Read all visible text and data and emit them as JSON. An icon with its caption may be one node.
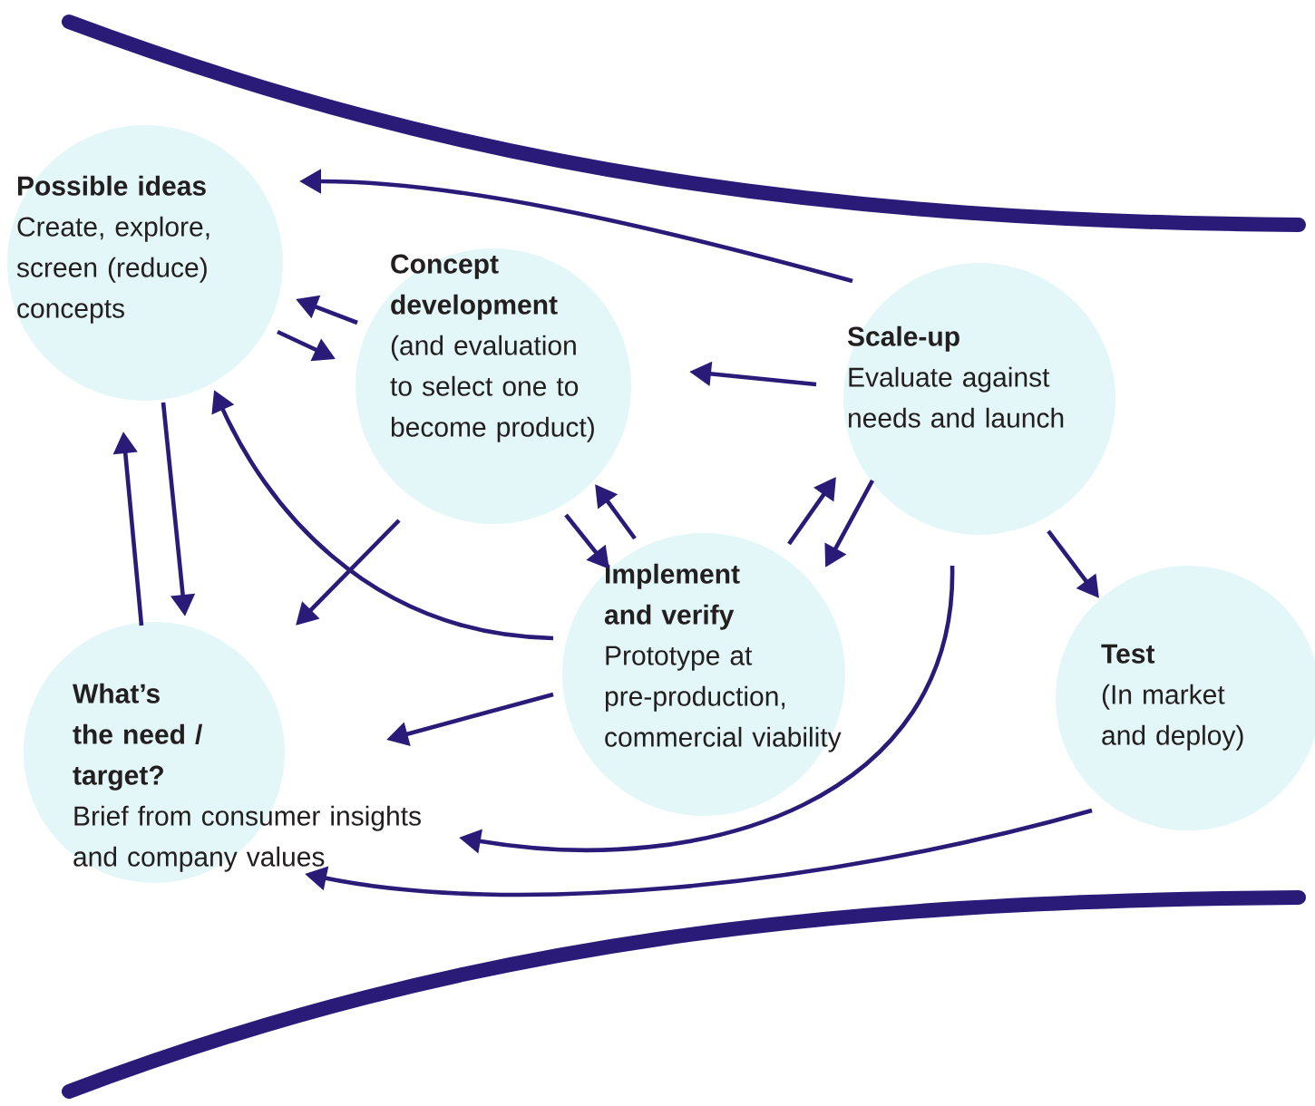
{
  "diagram": {
    "nodes": [
      {
        "text": [
          "Possible ideas",
          "Create, explore, screen (reduce) concepts"
        ]
      },
      {
        "text": [
          "Concept development",
          "(and evaluation to select one to become product)"
        ]
      },
      {
        "text": [
          "Scale-up",
          "Evaluate against needs and launch"
        ]
      },
      {
        "text": [
          "What’s the need / target?",
          "Brief from consumer insights and company values"
        ]
      },
      {
        "text": [
          "Implement and verify",
          "Prototype at pre-production, commercial viability"
        ]
      },
      {
        "text": [
          "Test",
          "(In market and deploy)"
        ]
      }
    ],
    "edges": [
      {
        "from": 2,
        "to": 0,
        "arrow": "to"
      },
      {
        "from": 1,
        "to": 0,
        "arrow": "to"
      },
      {
        "from": 0,
        "to": 1,
        "arrow": "to"
      },
      {
        "from": 2,
        "to": 1,
        "arrow": "to"
      },
      {
        "from": 0,
        "to": 3,
        "arrow": "to"
      },
      {
        "from": 3,
        "to": 0,
        "arrow": "to"
      },
      {
        "from": 4,
        "to": 0,
        "arrow": "to"
      },
      {
        "from": 1,
        "to": 3,
        "arrow": "to"
      },
      {
        "from": 1,
        "to": 4,
        "arrow": "to"
      },
      {
        "from": 4,
        "to": 1,
        "arrow": "to"
      },
      {
        "from": 4,
        "to": 2,
        "arrow": "to"
      },
      {
        "from": 2,
        "to": 4,
        "arrow": "to"
      },
      {
        "from": 2,
        "to": 5,
        "arrow": "to"
      },
      {
        "from": 4,
        "to": 3,
        "arrow": "to"
      },
      {
        "from": 2,
        "to": 3,
        "arrow": "to"
      },
      {
        "from": 5,
        "to": 3,
        "arrow": "to"
      }
    ]
  }
}
